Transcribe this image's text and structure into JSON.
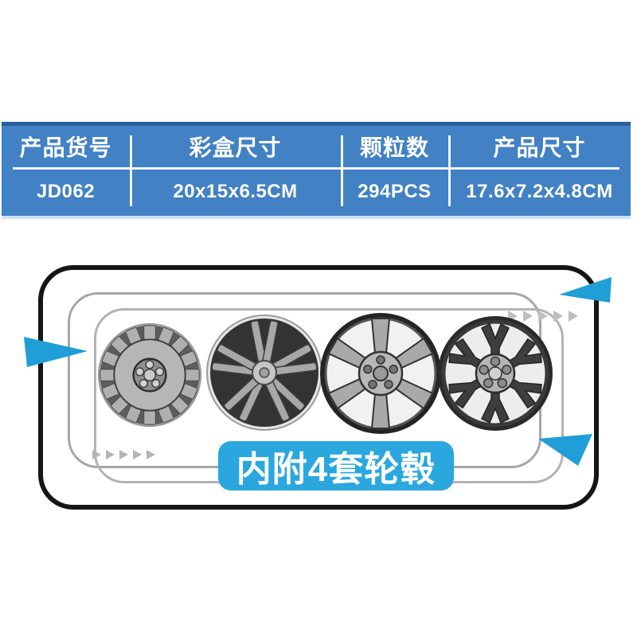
{
  "table": {
    "columns": [
      {
        "header": "产品货号",
        "value": "JD062"
      },
      {
        "header": "彩盒尺寸",
        "value": "20x15x6.5CM"
      },
      {
        "header": "颗粒数",
        "value": "294PCS"
      },
      {
        "header": "产品尺寸",
        "value": "17.6x7.2x4.8CM"
      }
    ],
    "colors": {
      "background": "#4181c4",
      "top_edge": "#2b5f9b",
      "text": "#ffffff",
      "divider": "#f2f7fb"
    }
  },
  "panel": {
    "badge_label": "内附4套轮毂",
    "colors": {
      "badge_blue": "#2aa7de",
      "arrow_blue": "#1f9ed8",
      "outer_border": "#151515",
      "frame_gray": "#a6a6a6",
      "chevron_gray": "#bfbfbf"
    },
    "wheels": [
      {
        "icon": "turbofan-cover-wheel-icon"
      },
      {
        "icon": "five-split-spoke-wheel-icon"
      },
      {
        "icon": "six-spoke-wheel-icon"
      },
      {
        "icon": "y-mesh-spoke-wheel-icon"
      }
    ]
  }
}
